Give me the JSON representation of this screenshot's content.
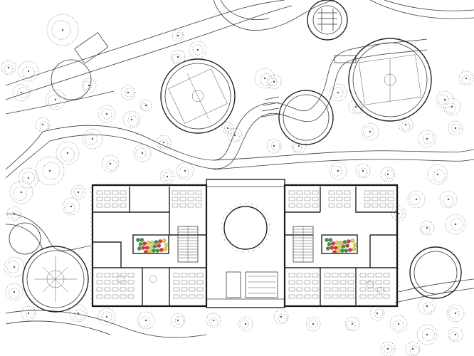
{
  "title": "",
  "colors": {
    "line": "#3a3a3a",
    "wall": "#111111",
    "tree": "#777777",
    "garden_green": "#3a9d3a",
    "garden_red": "#d63a3a",
    "garden_yellow": "#e8d23a"
  },
  "elements": {
    "building": "school-building-floor-plan",
    "courtyards": [
      "courtyard-garden-west",
      "courtyard-garden-east"
    ],
    "sports_fields": [
      "football-field-center",
      "football-field-east"
    ],
    "features": [
      "central-atrium-circle",
      "playground-circle-west",
      "round-plaza-east",
      "circular-sports-court"
    ]
  }
}
